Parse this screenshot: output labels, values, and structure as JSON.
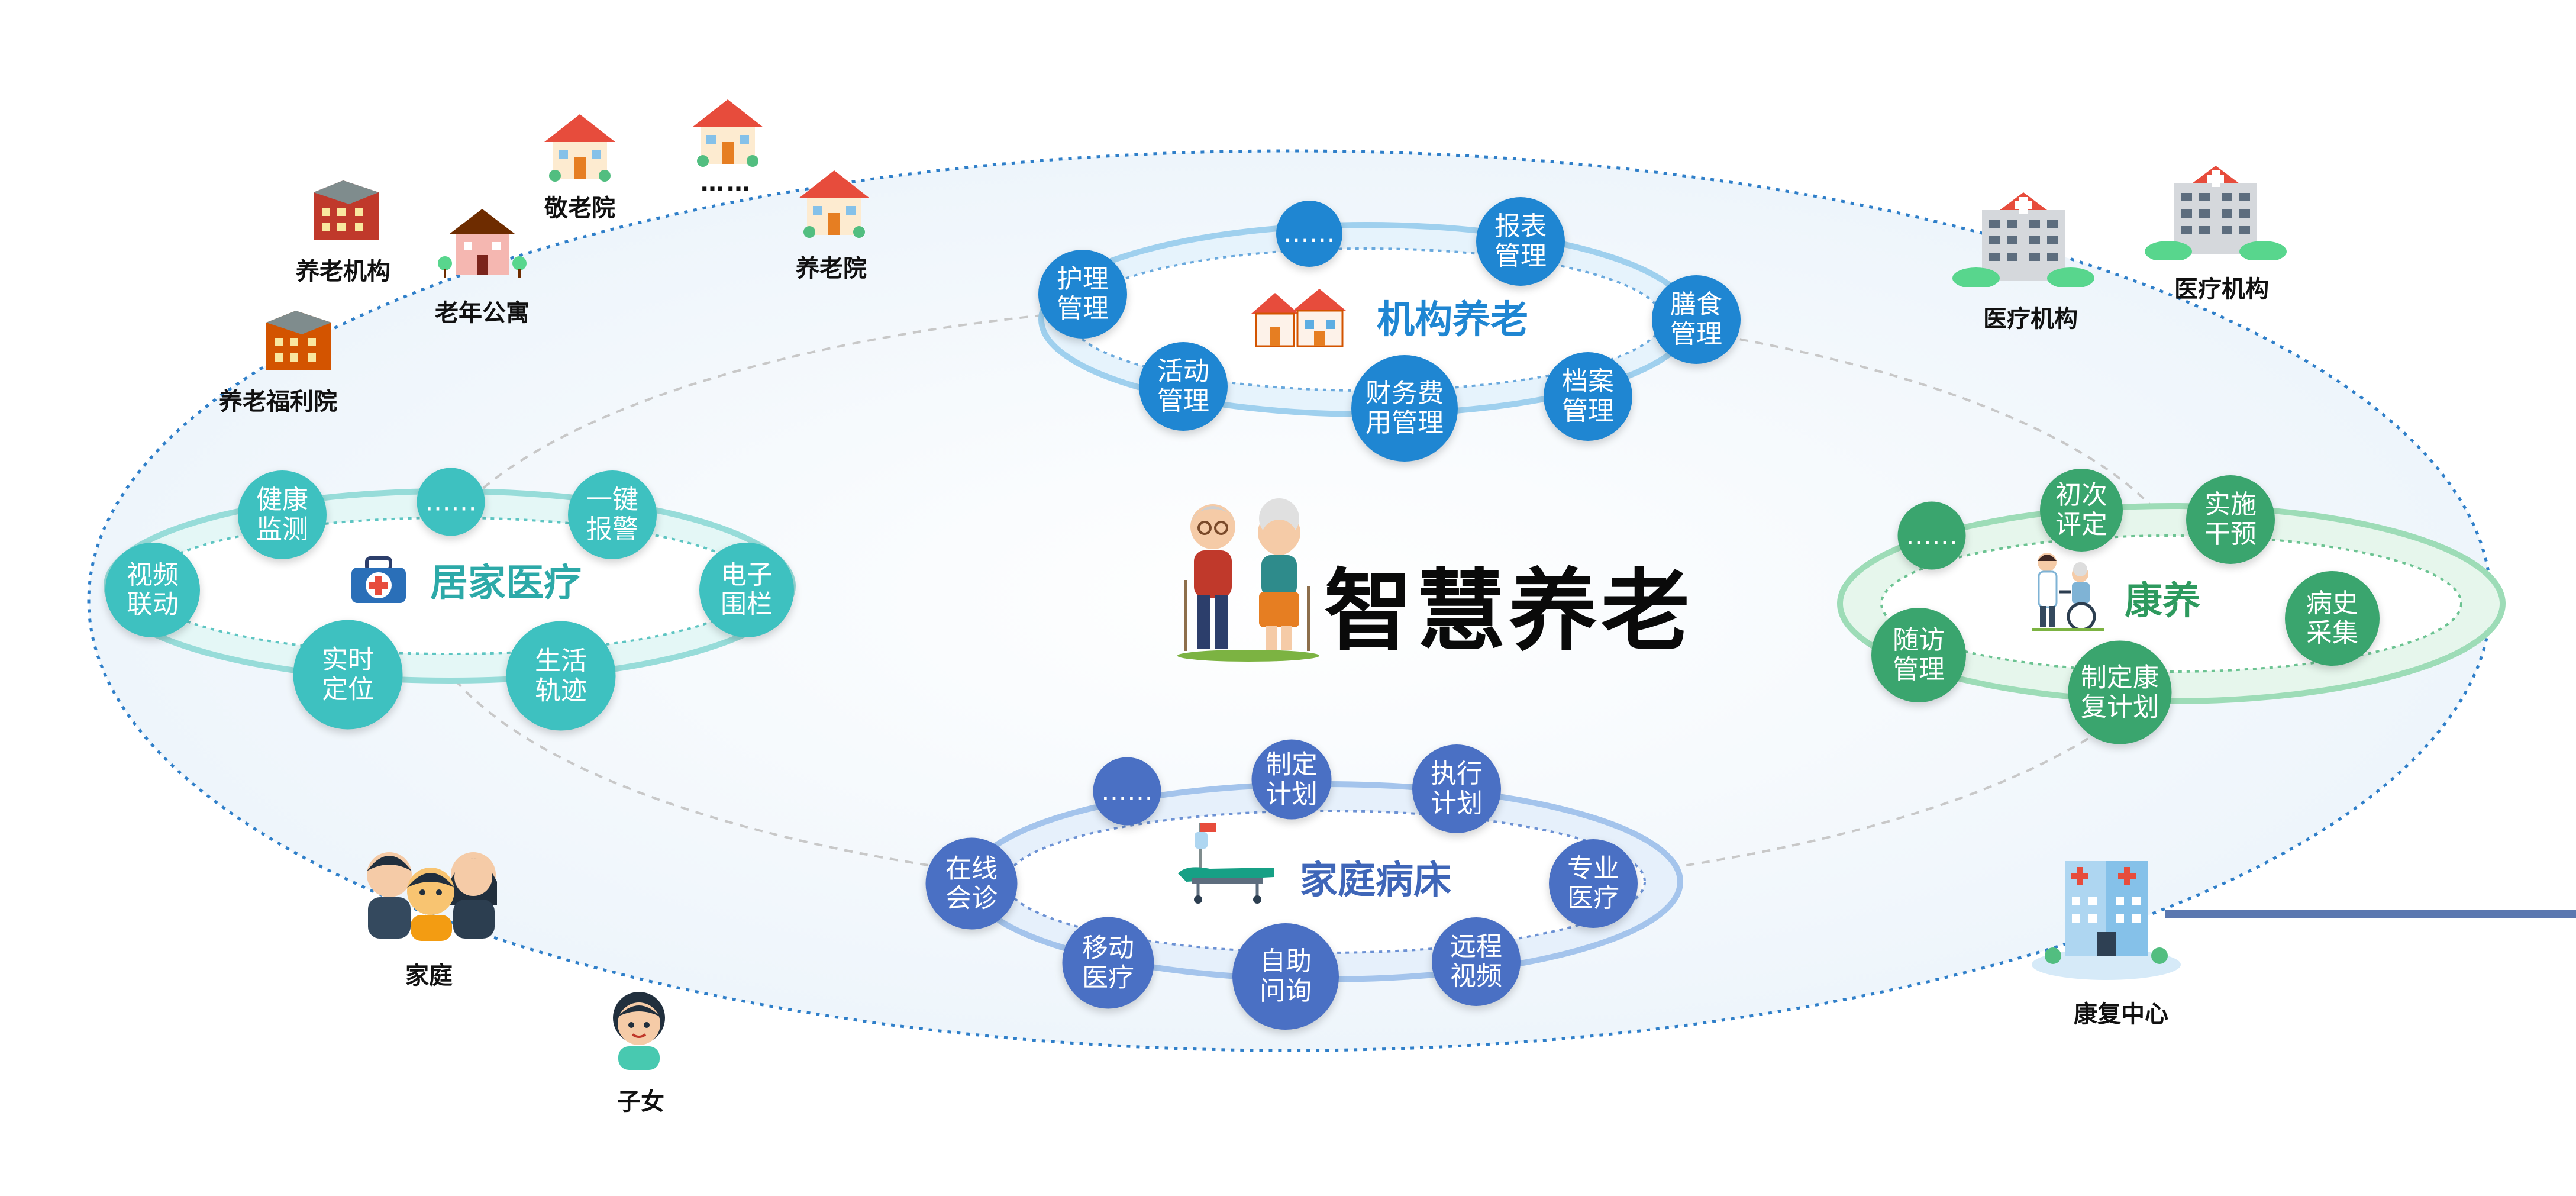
{
  "colors": {
    "jigou": "#1f86d2",
    "jujia": "#3ec1c0",
    "kangyang": "#3aa56e",
    "bingchuang": "#4a70c4",
    "outline": "#2f7fc9"
  },
  "center": {
    "title": "智慧养老"
  },
  "groups": {
    "jigou": {
      "title": "机构养老",
      "nodes": [
        "护理\n管理",
        "……",
        "报表\n管理",
        "膳食\n管理",
        "档案\n管理",
        "财务费\n用管理",
        "活动\n管理"
      ]
    },
    "jujia": {
      "title": "居家医疗",
      "nodes": [
        "健康\n监测",
        "……",
        "一键\n报警",
        "电子\n围栏",
        "生活\n轨迹",
        "实时\n定位",
        "视频\n联动"
      ]
    },
    "kangyang": {
      "title": "康养",
      "nodes": [
        "……",
        "初次\n评定",
        "实施\n干预",
        "病史\n采集",
        "制定康\n复计划",
        "随访\n管理"
      ]
    },
    "bingchuang": {
      "title": "家庭病床",
      "nodes": [
        "……",
        "制定\n计划",
        "执行\n计划",
        "专业\n医疗",
        "远程\n视频",
        "自助\n问询",
        "移动\n医疗",
        "在线\n会诊"
      ]
    }
  },
  "external": {
    "yanglao_jigou": "养老机构",
    "laonian_gongyu": "老年公寓",
    "jinglaoyuan": "敬老院",
    "dots": "……",
    "yanglaoyuan": "养老院",
    "fuliyuan": "养老福利院",
    "yiliao_1": "医疗机构",
    "yiliao_2": "医疗机构",
    "jiating": "家庭",
    "zinv": "子女",
    "kangfu": "康复中心"
  }
}
